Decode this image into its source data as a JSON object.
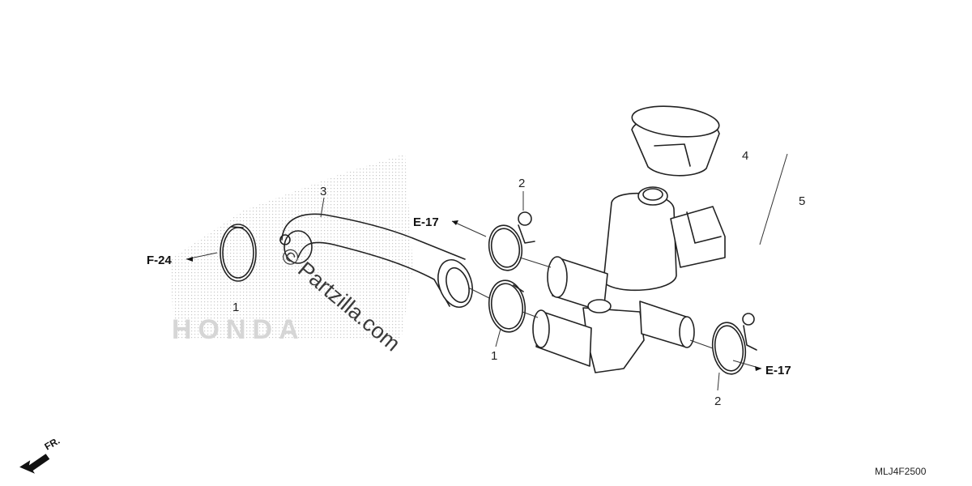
{
  "diagram": {
    "callouts": [
      "1",
      "1",
      "2",
      "2",
      "3",
      "4",
      "5"
    ],
    "references": [
      "F-24",
      "E-17",
      "E-17"
    ],
    "direction_label": "FR.",
    "watermark": "© Partzilla.com",
    "drawing_code": "MLJ4F2500"
  }
}
